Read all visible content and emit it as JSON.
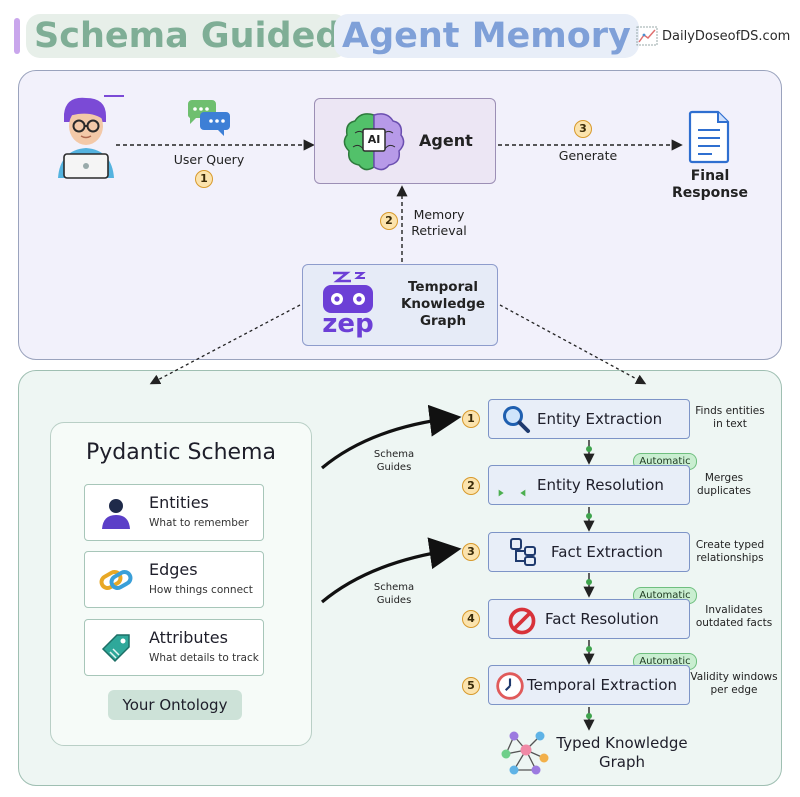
{
  "header": {
    "title_part1": "Schema Guided",
    "title_part2": "Agent Memory",
    "brand": "DailyDoseofDS.com"
  },
  "top_flow": {
    "user_query": "User Query",
    "agent_ai_badge": "AI",
    "agent": "Agent",
    "generate": "Generate",
    "final_response_line1": "Final",
    "final_response_line2": "Response",
    "memory_retrieval_line1": "Memory",
    "memory_retrieval_line2": "Retrieval",
    "zep_logo_text": "zep",
    "kg_line1": "Temporal",
    "kg_line2": "Knowledge",
    "kg_line3": "Graph",
    "badges": [
      "1",
      "2",
      "3"
    ]
  },
  "schema": {
    "title": "Pydantic Schema",
    "items": [
      {
        "title": "Entities",
        "subtitle": "What to remember",
        "icon": "person-icon"
      },
      {
        "title": "Edges",
        "subtitle": "How things connect",
        "icon": "link-icon"
      },
      {
        "title": "Attributes",
        "subtitle": "What details to track",
        "icon": "tag-icon"
      }
    ],
    "footer": "Your Ontology",
    "schema_guides_line1": "Schema",
    "schema_guides_line2": "Guides"
  },
  "pipeline": {
    "steps": [
      {
        "num": "1",
        "label": "Entity Extraction",
        "note_line1": "Finds entities",
        "note_line2": "in text",
        "automatic": false
      },
      {
        "num": "2",
        "label": "Entity Resolution",
        "note_line1": "Merges",
        "note_line2": "duplicates",
        "automatic": true
      },
      {
        "num": "3",
        "label": "Fact Extraction",
        "note_line1": "Create typed",
        "note_line2": "relationships",
        "automatic": false
      },
      {
        "num": "4",
        "label": "Fact Resolution",
        "note_line1": "Invalidates",
        "note_line2": "outdated facts",
        "automatic": true
      },
      {
        "num": "5",
        "label": "Temporal Extraction",
        "note_line1": "Validity windows",
        "note_line2": "per edge",
        "automatic": true
      }
    ],
    "automatic_label": "Automatic",
    "output_line1": "Typed Knowledge",
    "output_line2": "Graph"
  },
  "colors": {
    "accent_orange": "#d89a2c",
    "zep_purple": "#6c3fd6",
    "automatic_green": "#6fbf7f",
    "step_border": "#7d94c7"
  }
}
